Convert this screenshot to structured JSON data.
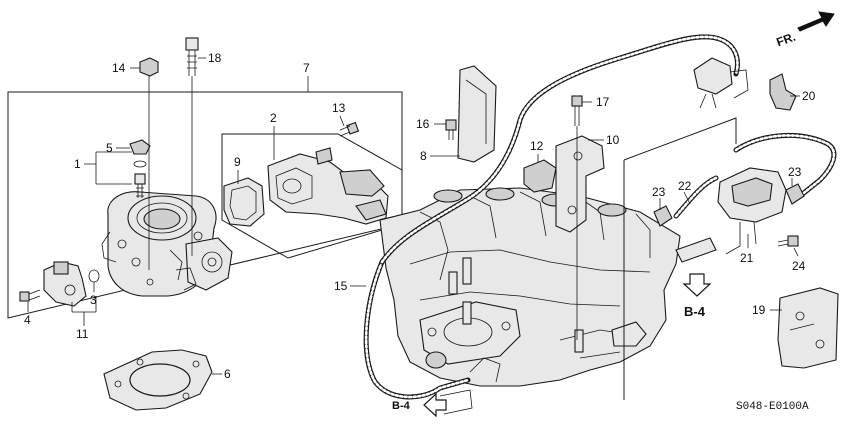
{
  "diagram": {
    "direction_label": "FR.",
    "reference_code": "S048-E0100A",
    "ref_b4_right": "B-4",
    "ref_b4_bottom": "B-4",
    "callouts": {
      "c1": "1",
      "c2": "2",
      "c3": "3",
      "c4": "4",
      "c5": "5",
      "c6": "6",
      "c7": "7",
      "c8": "8",
      "c9": "9",
      "c10": "10",
      "c11": "11",
      "c12": "12",
      "c13": "13",
      "c14": "14",
      "c15": "15",
      "c16": "16",
      "c17": "17",
      "c18": "18",
      "c19": "19",
      "c20": "20",
      "c21": "21",
      "c22": "22",
      "c23a": "23",
      "c23b": "23",
      "c24": "24"
    }
  }
}
